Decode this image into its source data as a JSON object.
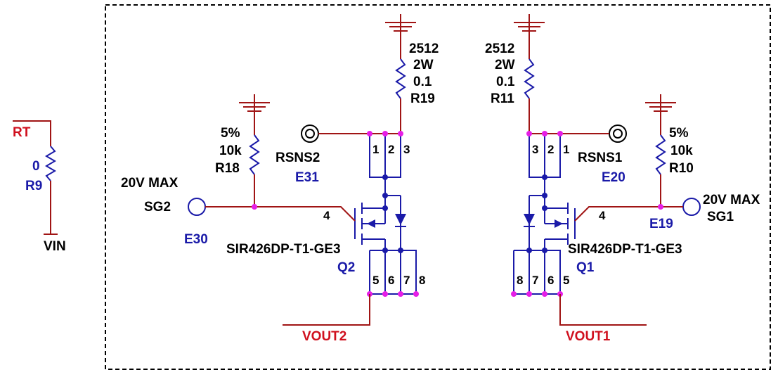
{
  "left_part": {
    "ref": "R9",
    "value": "0",
    "net_top": "RT",
    "net_bottom": "VIN"
  },
  "channel_1": {
    "mosfet_ref": "Q1",
    "mosfet_part": "SIR426DP-T1-GE3",
    "sense_resistor": {
      "ref": "R11",
      "value": "0.1",
      "power": "2W",
      "package": "2512"
    },
    "gate_resistor": {
      "ref": "R10",
      "value": "10k",
      "tolerance": "5%"
    },
    "sense_tp": {
      "ref": "E20",
      "net": "RSNS1"
    },
    "gate_tp": {
      "ref": "E19",
      "net": "SG1",
      "rating": "20V MAX"
    },
    "output_net": "VOUT1",
    "pins": {
      "p1": "1",
      "p2": "2",
      "p3": "3",
      "p4": "4",
      "p5": "5",
      "p6": "6",
      "p7": "7",
      "p8": "8"
    }
  },
  "channel_2": {
    "mosfet_ref": "Q2",
    "mosfet_part": "SIR426DP-T1-GE3",
    "sense_resistor": {
      "ref": "R19",
      "value": "0.1",
      "power": "2W",
      "package": "2512"
    },
    "gate_resistor": {
      "ref": "R18",
      "value": "10k",
      "tolerance": "5%"
    },
    "sense_tp": {
      "ref": "E31",
      "net": "RSNS2"
    },
    "gate_tp": {
      "ref": "E30",
      "net": "SG2",
      "rating": "20V MAX"
    },
    "output_net": "VOUT2",
    "pins": {
      "p1": "1",
      "p2": "2",
      "p3": "3",
      "p4": "4",
      "p5": "5",
      "p6": "6",
      "p7": "7",
      "p8": "8"
    }
  },
  "colors": {
    "wire": "#a01414",
    "component": "#1a1aa8",
    "junction": "#e61ee6",
    "net_label": "#d0101e"
  }
}
